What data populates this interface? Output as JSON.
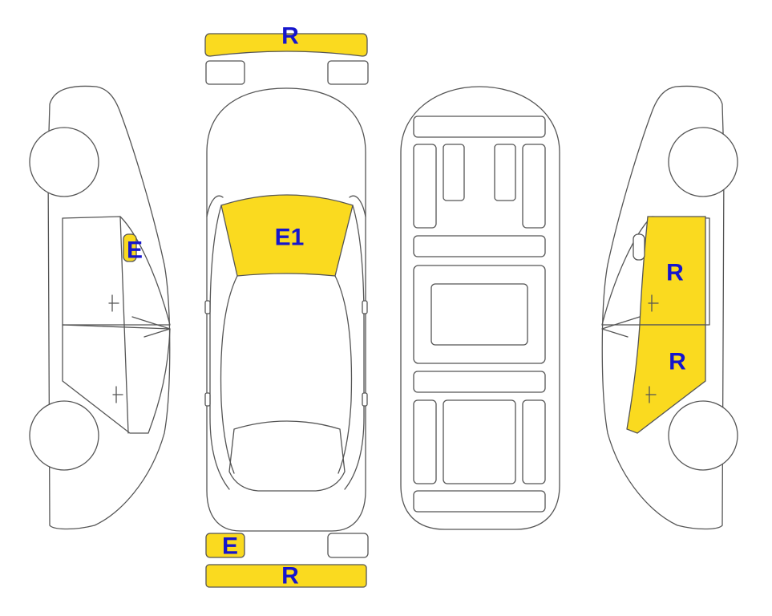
{
  "colors": {
    "damage_fill": "#FADA1F",
    "label": "#1515CC",
    "line": "#555555"
  },
  "labels": {
    "front_bumper": "R",
    "windshield": "E1",
    "left_mirror": "E",
    "left_taillight": "E",
    "rear_bumper": "R",
    "right_rear_door": "R",
    "right_front_door": "R"
  }
}
